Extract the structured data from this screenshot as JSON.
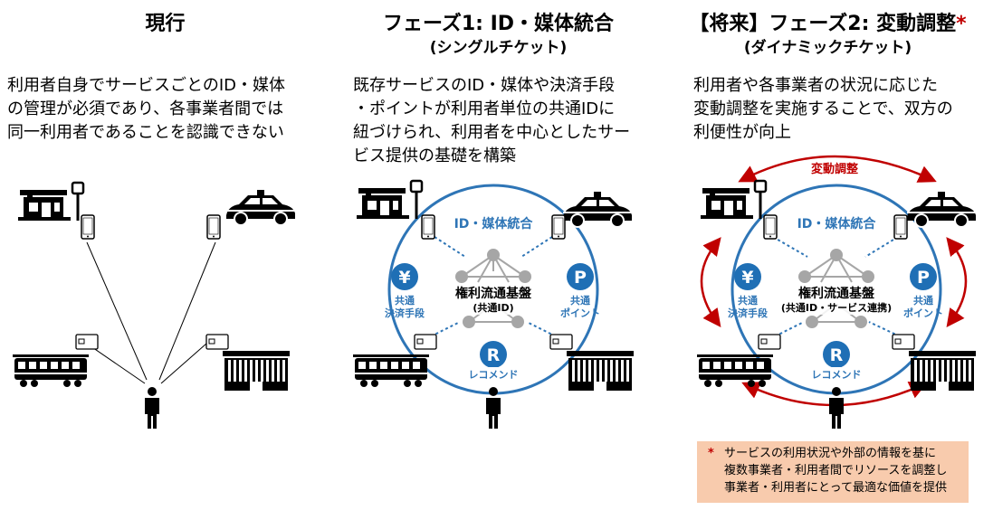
{
  "columns": [
    {
      "title": "現行",
      "subtitle": "",
      "description": "利用者自身でサービスごとのID・媒体\nの管理が必須であり、各事業者間では\n同一利用者であることを認識できない"
    },
    {
      "title": "フェーズ1: ID・媒体統合",
      "subtitle": "(シングルチケット)",
      "description": "既存サービスのID・媒体や決済手段\n・ポイントが利用者単位の共通IDに\n紐づけられ、利用者を中心としたサー\nビス提供の基礎を構築",
      "ring_label": "ID・媒体統合",
      "center_label_1": "権利流通基盤",
      "center_label_2": "(共通ID)",
      "yen_symbol": "¥",
      "payment_label_1": "共通",
      "payment_label_2": "決済手段",
      "point_symbol": "P",
      "point_label_1": "共通",
      "point_label_2": "ポイント",
      "recommend_symbol": "R",
      "recommend_label": "レコメンド"
    },
    {
      "title": "【将来】フェーズ2: 変動調整",
      "title_mark": "*",
      "subtitle": "(ダイナミックチケット)",
      "description": "利用者や各事業者の状況に応じた\n変動調整を実施することで、双方の\n利便性が向上",
      "adjust_label": "変動調整",
      "ring_label": "ID・媒体統合",
      "center_label_1": "権利流通基盤",
      "center_label_2": "(共通ID・サービス連携)",
      "yen_symbol": "¥",
      "payment_label_1": "共通",
      "payment_label_2": "決済手段",
      "point_symbol": "P",
      "point_label_1": "共通",
      "point_label_2": "ポイント",
      "recommend_symbol": "R",
      "recommend_label": "レコメンド"
    }
  ],
  "footnote": {
    "mark": "*",
    "text": "サービスの利用状況や外部の情報を基に\n複数事業者・利用者間でリソースを調整し\n事業者・利用者にとって最適な価値を提供"
  },
  "colors": {
    "accent_blue": "#2e75b6",
    "icon_blue": "#1f6fb5",
    "arrow_red": "#c00000",
    "note_bg": "#f8cbad",
    "node_gray": "#a6a6a6"
  },
  "icons": [
    "store-icon",
    "taxi-icon",
    "train-icon",
    "building-icon",
    "smartphone-icon",
    "ic-card-icon",
    "person-icon",
    "yen-icon",
    "point-icon",
    "recommend-icon"
  ]
}
